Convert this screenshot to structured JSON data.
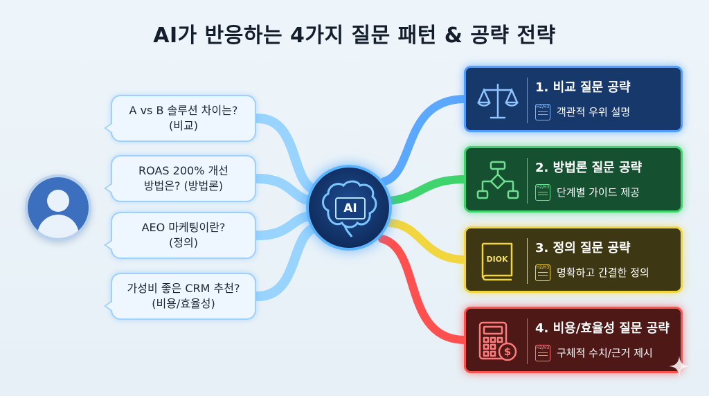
{
  "title": "AI가 반응하는 4가지 질문 패턴 & 공략 전략",
  "questions": [
    {
      "line1": "A vs B 솔루션 차이는?",
      "line2": "(비교)"
    },
    {
      "line1": "ROAS 200% 개선",
      "line2": "방법은? (방법론)"
    },
    {
      "line1": "AEO 마케팅이란?",
      "line2": "(정의)"
    },
    {
      "line1": "가성비 좋은 CRM 추천?",
      "line2": "(비용/효율성)"
    }
  ],
  "hub": {
    "label": "AI"
  },
  "strategies": [
    {
      "title": "1. 비교 질문 공략",
      "badge": "H2/H3",
      "desc": "객관적 우위 설명",
      "icon": "scale-icon",
      "color": "#4f9dff"
    },
    {
      "title": "2. 방법론 질문 공략",
      "badge": "H2/H3",
      "desc": "단계별 가이드 제공",
      "icon": "flowchart-icon",
      "color": "#3fd46d"
    },
    {
      "title": "3. 정의 질문 공략",
      "badge": "H2/H3",
      "desc": "명확하고 간결한 정의",
      "icon": "dictionary-icon",
      "icon_text": "DIOK",
      "color": "#f1d640"
    },
    {
      "title": "4. 비용/효율성 질문 공략",
      "badge": "H2/H3",
      "desc": "구체적 수치/근거 제시",
      "icon": "calculator-icon",
      "color": "#ff5050"
    }
  ]
}
